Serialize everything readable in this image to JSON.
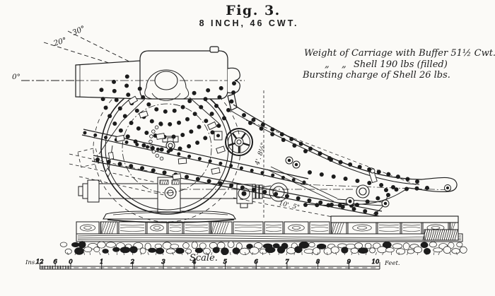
{
  "figure": {
    "title": "Fig. 3.",
    "subtitle": "8 INCH, 46 CWT."
  },
  "notes": {
    "line1": "Weight of Carriage with Buffer 51½ Cwt.",
    "ditto1": "„",
    "ditto2": "„",
    "line2": "Shell 190 lbs (filled)",
    "line3": "Bursting charge of Shell 26 lbs."
  },
  "angles": {
    "a30": "30°",
    "a20": "20°",
    "a0": "0°"
  },
  "dimensions": {
    "trunnion_height": "4'. 8½\"",
    "slide_length": "10'. 5\""
  },
  "scale": {
    "label": "Scale.",
    "inches_label": "Ins.",
    "inch_ticks": [
      "12",
      "6",
      "0"
    ],
    "feet_ticks": [
      "1",
      "2",
      "3",
      "4",
      "5",
      "6",
      "7",
      "8",
      "9",
      "10"
    ],
    "feet_label": "Feet."
  },
  "colors": {
    "ink": "#1c1c1c",
    "paper": "#fbfaf7"
  }
}
